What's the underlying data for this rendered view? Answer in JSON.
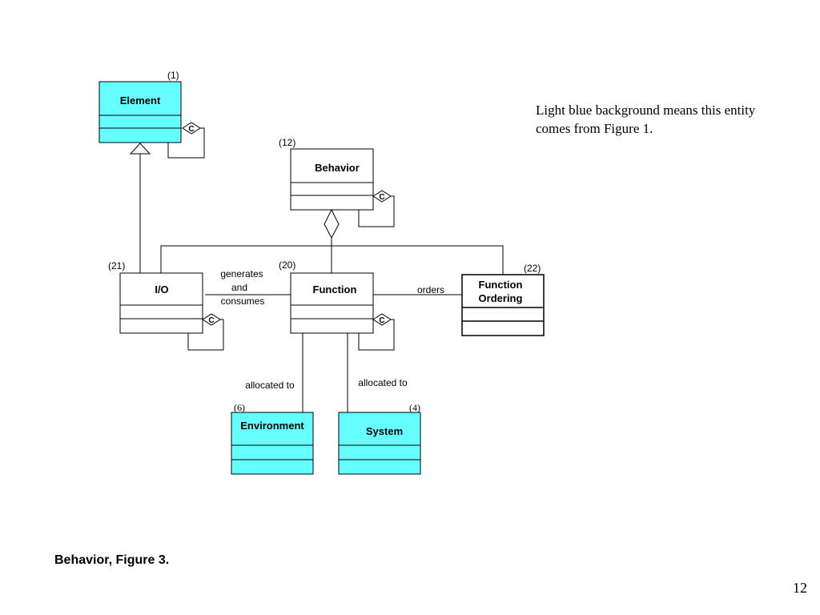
{
  "colors": {
    "light_blue": "#66ffff",
    "line": "#000000",
    "white": "#ffffff"
  },
  "entities": {
    "element": {
      "title": "Element",
      "number": "(1)"
    },
    "behavior": {
      "title": "Behavior",
      "number": "(12)"
    },
    "io": {
      "title": "I/O",
      "number": "(21)"
    },
    "function": {
      "title": "Function",
      "number": "(20)"
    },
    "function_ordering": {
      "title_line1": "Function",
      "title_line2": "Ordering",
      "number": "(22)"
    },
    "environment": {
      "title": "Environment",
      "number": "(6)"
    },
    "system": {
      "title": "System",
      "number": "(4)"
    }
  },
  "composition_badge": "C",
  "relations": {
    "generates_consumes": {
      "line1": "generates",
      "line2": "and",
      "line3": "consumes"
    },
    "orders": "orders",
    "env_allocated": "allocated to",
    "sys_allocated": "allocated to"
  },
  "note": "Light blue background means this entity comes from Figure 1.",
  "caption": "Behavior, Figure 3.",
  "page_number": "12"
}
